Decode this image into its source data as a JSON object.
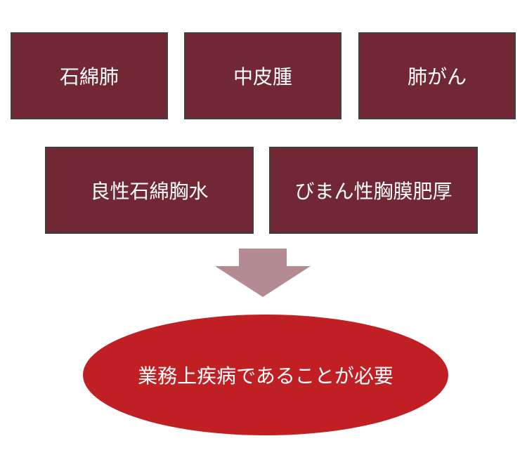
{
  "colors": {
    "box_fill": "#722834",
    "box_border": "#3f3f3f",
    "arrow_fill": "#b58b93",
    "ellipse_fill": "#c02024",
    "text": "#ffffff"
  },
  "diseases": [
    {
      "label": "石綿肺"
    },
    {
      "label": "中皮腫"
    },
    {
      "label": "肺がん"
    },
    {
      "label": "良性石綿胸水"
    },
    {
      "label": "びまん性胸膜肥厚"
    }
  ],
  "conclusion": {
    "label": "業務上疾病であることが必要"
  }
}
